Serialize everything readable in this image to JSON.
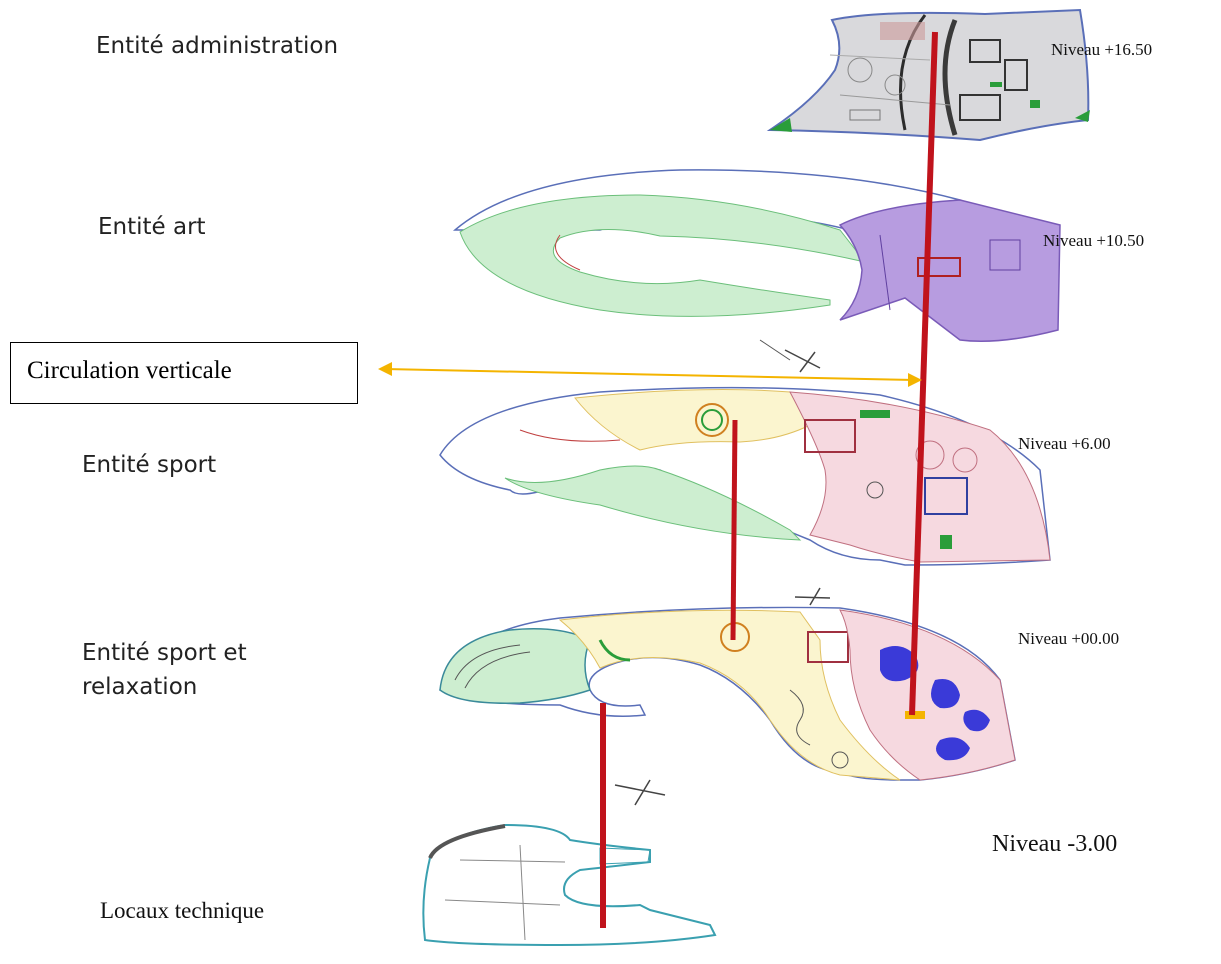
{
  "entities": {
    "administration": "Entité administration",
    "art": "Entité art",
    "sport": "Entité sport",
    "sport_relaxation": "Entité sport et\nrelaxation",
    "technique": "Locaux technique"
  },
  "levels": {
    "l1650": "Niveau +16.50",
    "l1050": "Niveau +10.50",
    "l600": "Niveau +6.00",
    "l000": "Niveau +00.00",
    "lm300": "Niveau -3.00"
  },
  "callout": {
    "label": "Circulation verticale"
  },
  "colors": {
    "admin_fill": "#d9d9dc",
    "art_fill": "#b79ce0",
    "green_fill": "#cdeed0",
    "yellow_fill": "#fbf5cf",
    "pink_fill": "#f6d9e0",
    "pool_blue": "#3a3ad8",
    "riser_red": "#c0131c",
    "arrow_orange": "#f4b400",
    "outline": "#5a6fb8"
  }
}
